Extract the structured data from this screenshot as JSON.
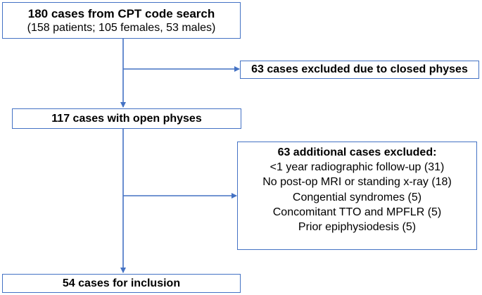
{
  "flow": {
    "start": {
      "title": "180 cases from CPT code search",
      "detail": "(158 patients; 105 females, 53 males)"
    },
    "exclusion1": "63 cases excluded due to closed physes",
    "open_physes": "117 cases with open physes",
    "exclusion2": {
      "title": "63 additional cases excluded:",
      "items": [
        "<1 year radiographic follow-up (31)",
        "No post-op MRI or standing x-ray (18)",
        "Congential syndromes (5)",
        "Concomitant TTO and MPFLR (5)",
        "Prior epiphysiodesis (5)"
      ]
    },
    "final": "54 cases for inclusion"
  },
  "colors": {
    "border": "#4472c4",
    "arrow": "#4472c4"
  }
}
